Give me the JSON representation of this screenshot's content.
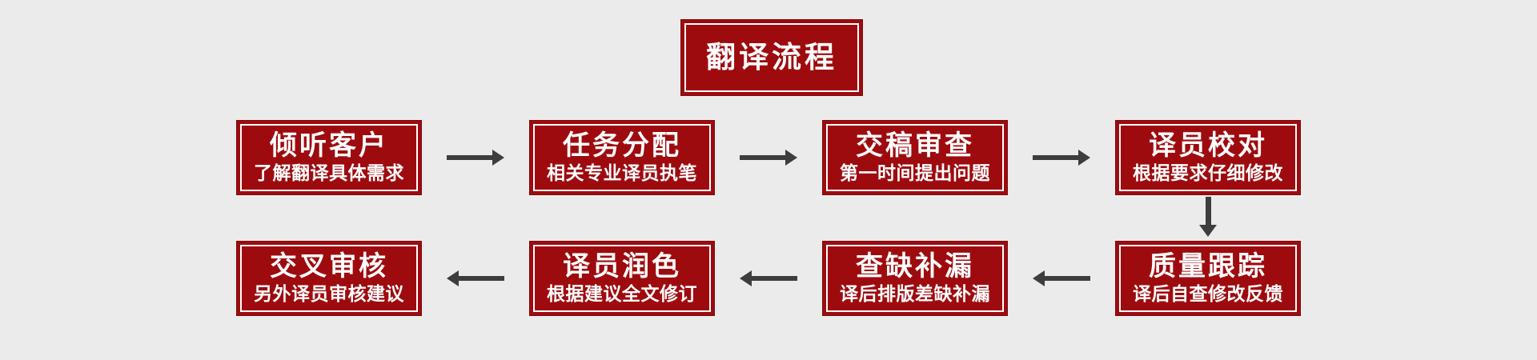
{
  "colors": {
    "background": "#ebebeb",
    "box_red": "#9e0b0f",
    "box_edge_red": "#7e090c",
    "inner_border": "#ffffff",
    "arrow": "#3d3d3d",
    "text": "#ffffff"
  },
  "title": {
    "label": "翻译流程"
  },
  "steps": [
    {
      "order": 1,
      "title": "倾听客户",
      "subtitle": "了解翻译具体需求"
    },
    {
      "order": 2,
      "title": "任务分配",
      "subtitle": "相关专业译员执笔"
    },
    {
      "order": 3,
      "title": "交稿审查",
      "subtitle": "第一时间提出问题"
    },
    {
      "order": 4,
      "title": "译员校对",
      "subtitle": "根据要求仔细修改"
    },
    {
      "order": 5,
      "title": "质量跟踪",
      "subtitle": "译后自查修改反馈"
    },
    {
      "order": 6,
      "title": "查缺补漏",
      "subtitle": "译后排版差缺补漏"
    },
    {
      "order": 7,
      "title": "译员润色",
      "subtitle": "根据建议全文修订"
    },
    {
      "order": 8,
      "title": "交叉审核",
      "subtitle": "另外译员审核建议"
    }
  ],
  "connections": [
    {
      "from": "倾听客户",
      "to": "任务分配",
      "direction": "right"
    },
    {
      "from": "任务分配",
      "to": "交稿审查",
      "direction": "right"
    },
    {
      "from": "交稿审查",
      "to": "译员校对",
      "direction": "right"
    },
    {
      "from": "译员校对",
      "to": "质量跟踪",
      "direction": "down"
    },
    {
      "from": "质量跟踪",
      "to": "查缺补漏",
      "direction": "left"
    },
    {
      "from": "查缺补漏",
      "to": "译员润色",
      "direction": "left"
    },
    {
      "from": "译员润色",
      "to": "交叉审核",
      "direction": "left"
    }
  ]
}
